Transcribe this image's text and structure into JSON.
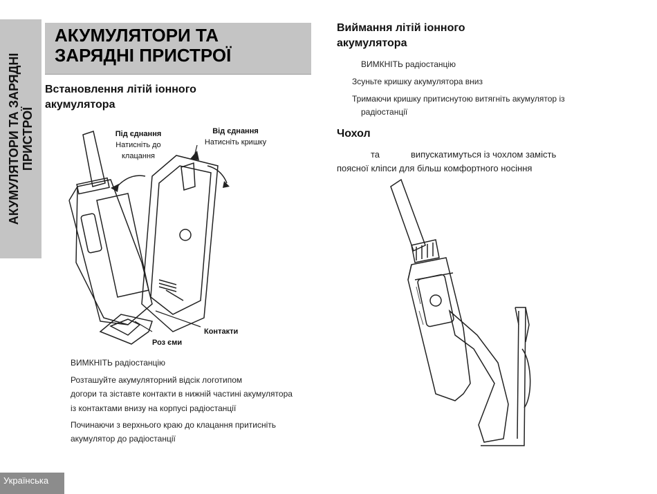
{
  "side_tab": {
    "label": "АКУМУЛЯТОРИ ТА ЗАРЯДНІ\nПРИСТРОЇ"
  },
  "title": "АКУМУЛЯТОРИ ТА\nЗАРЯДНІ ПРИСТРОЇ",
  "install": {
    "heading": "Встановлення літій іонного\nакумулятора",
    "figure_labels": {
      "connect_title": "Під єднання",
      "connect_text": "Натисніть до\nклацання",
      "disconnect_title": "Від єднання",
      "disconnect_text": "Натисніть кришку",
      "contacts": "Контакти",
      "slots": "Роз єми"
    },
    "steps": [
      "ВИМКНІТЬ радіостанцію",
      "Розташуйте акумуляторний відсік логотипом",
      "догори та зіставте контакти в нижній частині акумулятора",
      "із контактами внизу на корпусі радіостанції",
      "Починаючи з верхнього краю  до клацання притисніть",
      "акумулятор до радіостанції"
    ]
  },
  "remove": {
    "heading": "Виймання літій іонного\nакумулятора",
    "steps": [
      "ВИМКНІТЬ радіостанцію",
      "Зсуньте кришку акумулятора вниз",
      "Тримаючи кришку притиснутою  витягніть акумулятор із",
      "радіостанції"
    ]
  },
  "holster": {
    "heading": "Чохол",
    "text_line1_a": "та",
    "text_line1_b": "випускатимуться із чохлом замість",
    "text_line2": "поясної кліпси для більш комфортного носіння"
  },
  "footer": {
    "language": "Українська"
  }
}
